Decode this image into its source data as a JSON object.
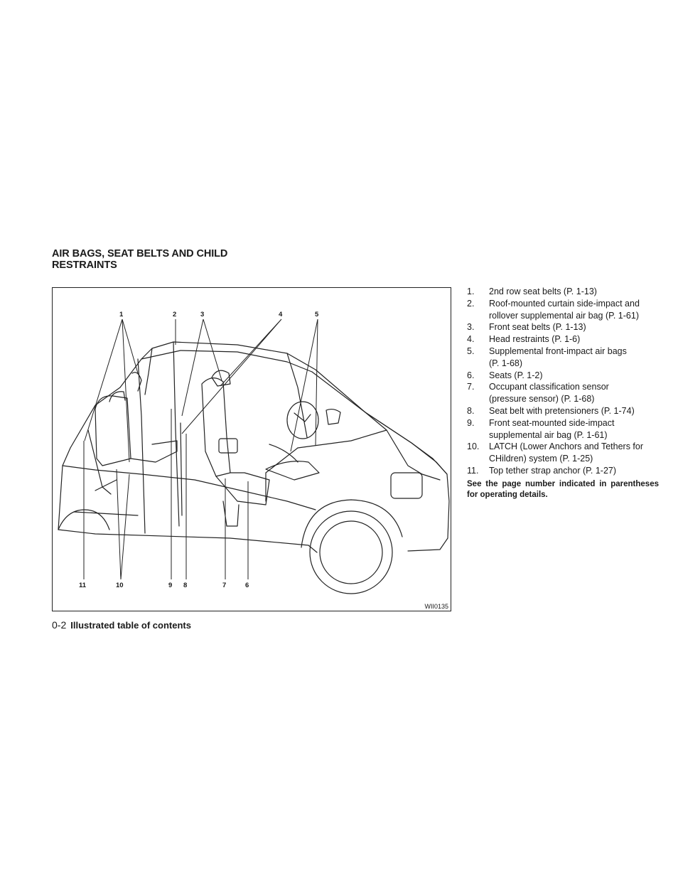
{
  "heading": "AIR BAGS, SEAT BELTS AND CHILD RESTRAINTS",
  "figure": {
    "code": "WII0135",
    "top_callouts": [
      "1",
      "2",
      "3",
      "4",
      "5"
    ],
    "bottom_callouts": [
      "11",
      "10",
      "9",
      "8",
      "7",
      "6"
    ]
  },
  "items": [
    {
      "num": "1.",
      "text": "2nd row seat belts (P. 1-13)"
    },
    {
      "num": "2.",
      "text": "Roof-mounted curtain side-impact and rollover supplemental air bag (P. 1-61)"
    },
    {
      "num": "3.",
      "text": "Front seat belts (P. 1-13)"
    },
    {
      "num": "4.",
      "text": "Head restraints (P. 1-6)"
    },
    {
      "num": "5.",
      "text": "Supplemental front-impact air bags (P. 1-68)"
    },
    {
      "num": "6.",
      "text": "Seats (P. 1-2)"
    },
    {
      "num": "7.",
      "text": "Occupant classification sensor (pressure sensor) (P. 1-68)"
    },
    {
      "num": "8.",
      "text": "Seat belt with pretensioners (P. 1-74)"
    },
    {
      "num": "9.",
      "text": "Front seat-mounted side-impact supplemental air bag (P. 1-61)"
    },
    {
      "num": "10.",
      "text": "LATCH (Lower Anchors and Tethers for CHildren) system (P. 1-25)"
    },
    {
      "num": "11.",
      "text": "Top tether strap anchor (P. 1-27)"
    }
  ],
  "note": "See the page number indicated in parentheses for operating details.",
  "footer": {
    "page": "0-2",
    "section": "Illustrated table of contents"
  }
}
